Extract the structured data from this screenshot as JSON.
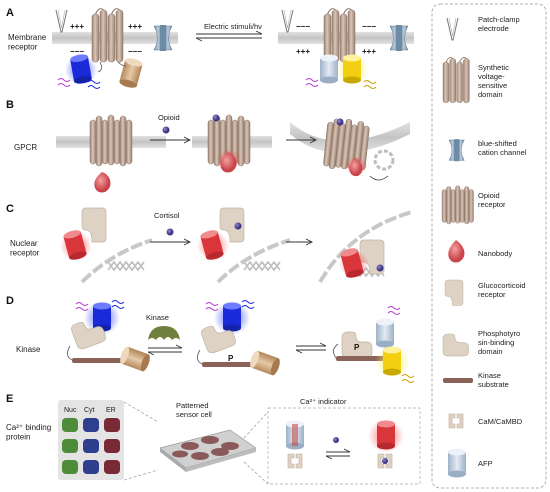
{
  "panels": {
    "a": {
      "letter": "A",
      "label": "Membrane\nreceptor",
      "arrow_label": "Electric stimuli/hν",
      "charges_plus": "+++",
      "charges_minus": "−−−"
    },
    "b": {
      "letter": "B",
      "label": "GPCR",
      "arrow_label": "Opioid"
    },
    "c": {
      "letter": "C",
      "label": "Nuclear\nreceptor",
      "arrow_label": "Cortisol"
    },
    "d": {
      "letter": "D",
      "label": "Kinase",
      "arrow_label": "Kinase",
      "phospho": "P"
    },
    "e": {
      "letter": "E",
      "label": "Ca²⁺ binding\nprotein",
      "columns": [
        "Nuc",
        "Cyt",
        "ER"
      ],
      "cell_label": "Patterned\nsensor cell",
      "indicator_label": "Ca²⁺ indicator"
    }
  },
  "legend": [
    {
      "icon": "patch-clamp-electrode-icon",
      "label": "Patch-clamp\nelectrode"
    },
    {
      "icon": "voltage-sensitive-domain-icon",
      "label": "Synthetic\nvoltage-\nsensitive\ndomain"
    },
    {
      "icon": "cation-channel-icon",
      "label": "blue-shifted\ncation channel"
    },
    {
      "icon": "opioid-receptor-icon",
      "label": "Opioid\nreceptor"
    },
    {
      "icon": "nanobody-icon",
      "label": "Nanobody"
    },
    {
      "icon": "glucocorticoid-receptor-icon",
      "label": "Glucocorticoid\nreceptor"
    },
    {
      "icon": "phosphotyrosine-domain-icon",
      "label": "Phosphotyro\nsin-binding\ndomain"
    },
    {
      "icon": "kinase-substrate-icon",
      "label": "Kinase\nsubstrate"
    },
    {
      "icon": "cam-cambd-icon",
      "label": "CaM/CaMBD"
    },
    {
      "icon": "afp-icon",
      "label": "AFP"
    }
  ],
  "colors": {
    "helix": "#b39a8a",
    "membrane": "#d3d3d3",
    "channel": "#8ba6bd",
    "blue_fp": "#1f2fe0",
    "red_fp": "#e0474c",
    "yellow_fp": "#f5d312",
    "afp": "#c3cfe0",
    "gr": "#ddd2c4",
    "substrate": "#8b6258",
    "kinase": "#6f7f3e",
    "ligand": "#4a3f8c"
  }
}
